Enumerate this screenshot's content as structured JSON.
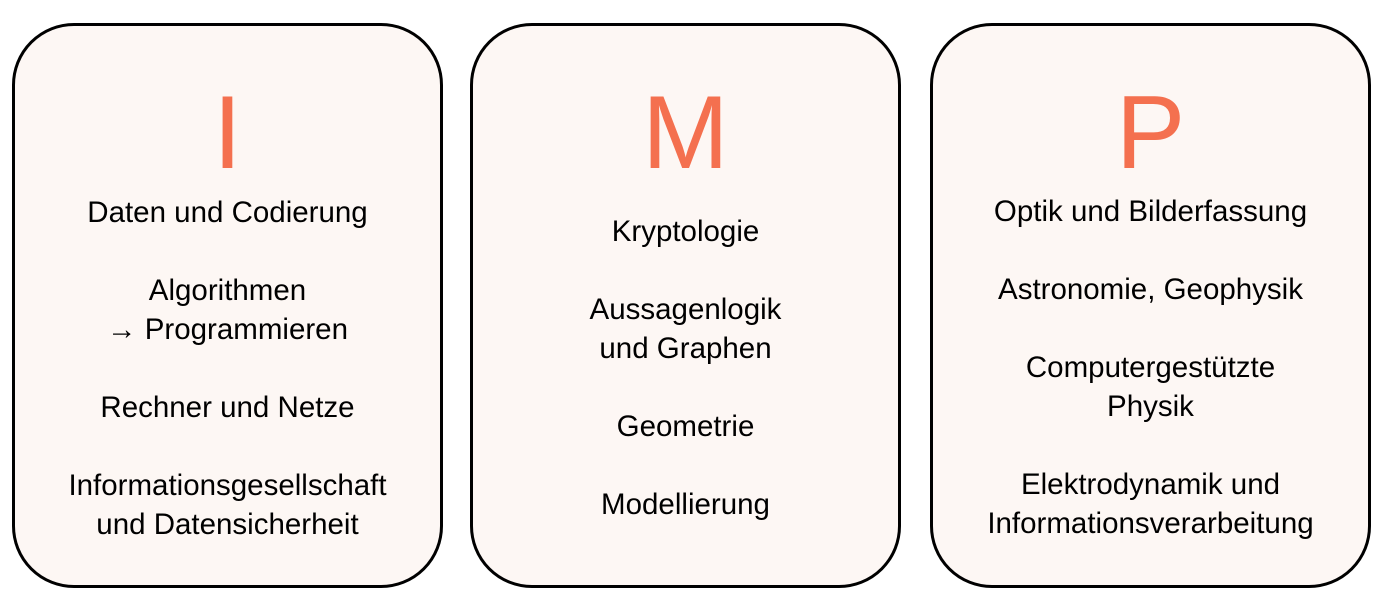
{
  "accent_color": "#f4704f",
  "columns": [
    {
      "letter": "I",
      "items": [
        {
          "lines": [
            "Daten und Codierung"
          ]
        },
        {
          "lines": [
            "Algorithmen",
            "→ Programmieren"
          ]
        },
        {
          "lines": [
            "Rechner und Netze"
          ]
        },
        {
          "lines": [
            "Informationsgesellschaft",
            "und Datensicherheit"
          ]
        }
      ]
    },
    {
      "letter": "M",
      "items": [
        {
          "lines": [
            "Kryptologie"
          ]
        },
        {
          "lines": [
            "Aussagenlogik",
            "und Graphen"
          ]
        },
        {
          "lines": [
            "Geometrie"
          ]
        },
        {
          "lines": [
            "Modellierung"
          ]
        }
      ]
    },
    {
      "letter": "P",
      "items": [
        {
          "lines": [
            "Optik und Bilderfassung"
          ]
        },
        {
          "lines": [
            "Astronomie, Geophysik"
          ]
        },
        {
          "lines": [
            "Computergestützte",
            "Physik"
          ]
        },
        {
          "lines": [
            "Elektrodynamik und",
            "Informationsverarbeitung"
          ]
        }
      ]
    }
  ]
}
